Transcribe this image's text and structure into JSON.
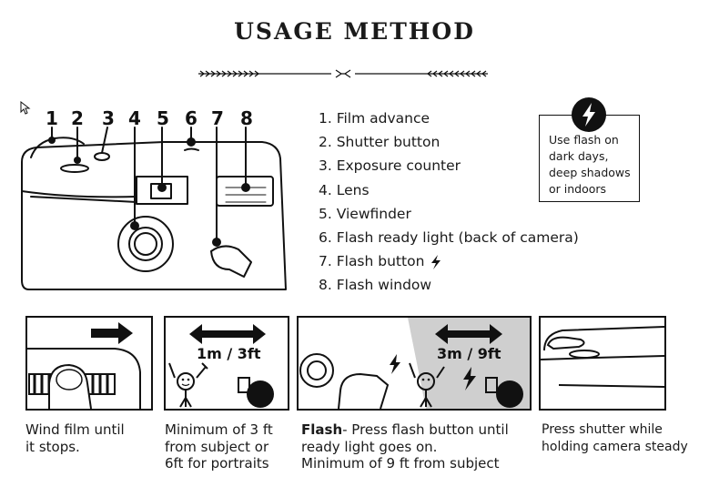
{
  "title": "USAGE METHOD",
  "diagram_numbers": [
    "1",
    "2",
    "3",
    "4",
    "5",
    "6",
    "7",
    "8"
  ],
  "parts": [
    {
      "label": "1. Film advance"
    },
    {
      "label": "2. Shutter button"
    },
    {
      "label": "3. Exposure counter"
    },
    {
      "label": "4. Lens"
    },
    {
      "label": "5. Viewfinder"
    },
    {
      "label": "6. Flash ready light (back of camera)"
    },
    {
      "label": "7. Flash button"
    },
    {
      "label": "8. Flash window"
    }
  ],
  "tip": {
    "lines": [
      "Use flash on",
      "dark days,",
      "deep shadows",
      "or indoors"
    ],
    "icon": "lightning-bolt-icon"
  },
  "steps": [
    {
      "caption_lines": [
        "Wind film until",
        "it stops."
      ]
    },
    {
      "distance": "1m / 3ft",
      "caption_lines": [
        "Minimum of 3 ft",
        "from subject or",
        "6ft for portraits"
      ]
    },
    {
      "distance": "3m / 9ft",
      "caption_bold": "Flash",
      "caption_lines": [
        "- Press flash button until",
        "ready light goes on.",
        "Minimum of 9 ft from subject"
      ]
    },
    {
      "caption_lines": [
        "Press shutter while",
        "holding camera steady"
      ]
    }
  ],
  "colors": {
    "ink": "#111111",
    "panel_shade": "#cfcfcf",
    "background": "#ffffff"
  }
}
